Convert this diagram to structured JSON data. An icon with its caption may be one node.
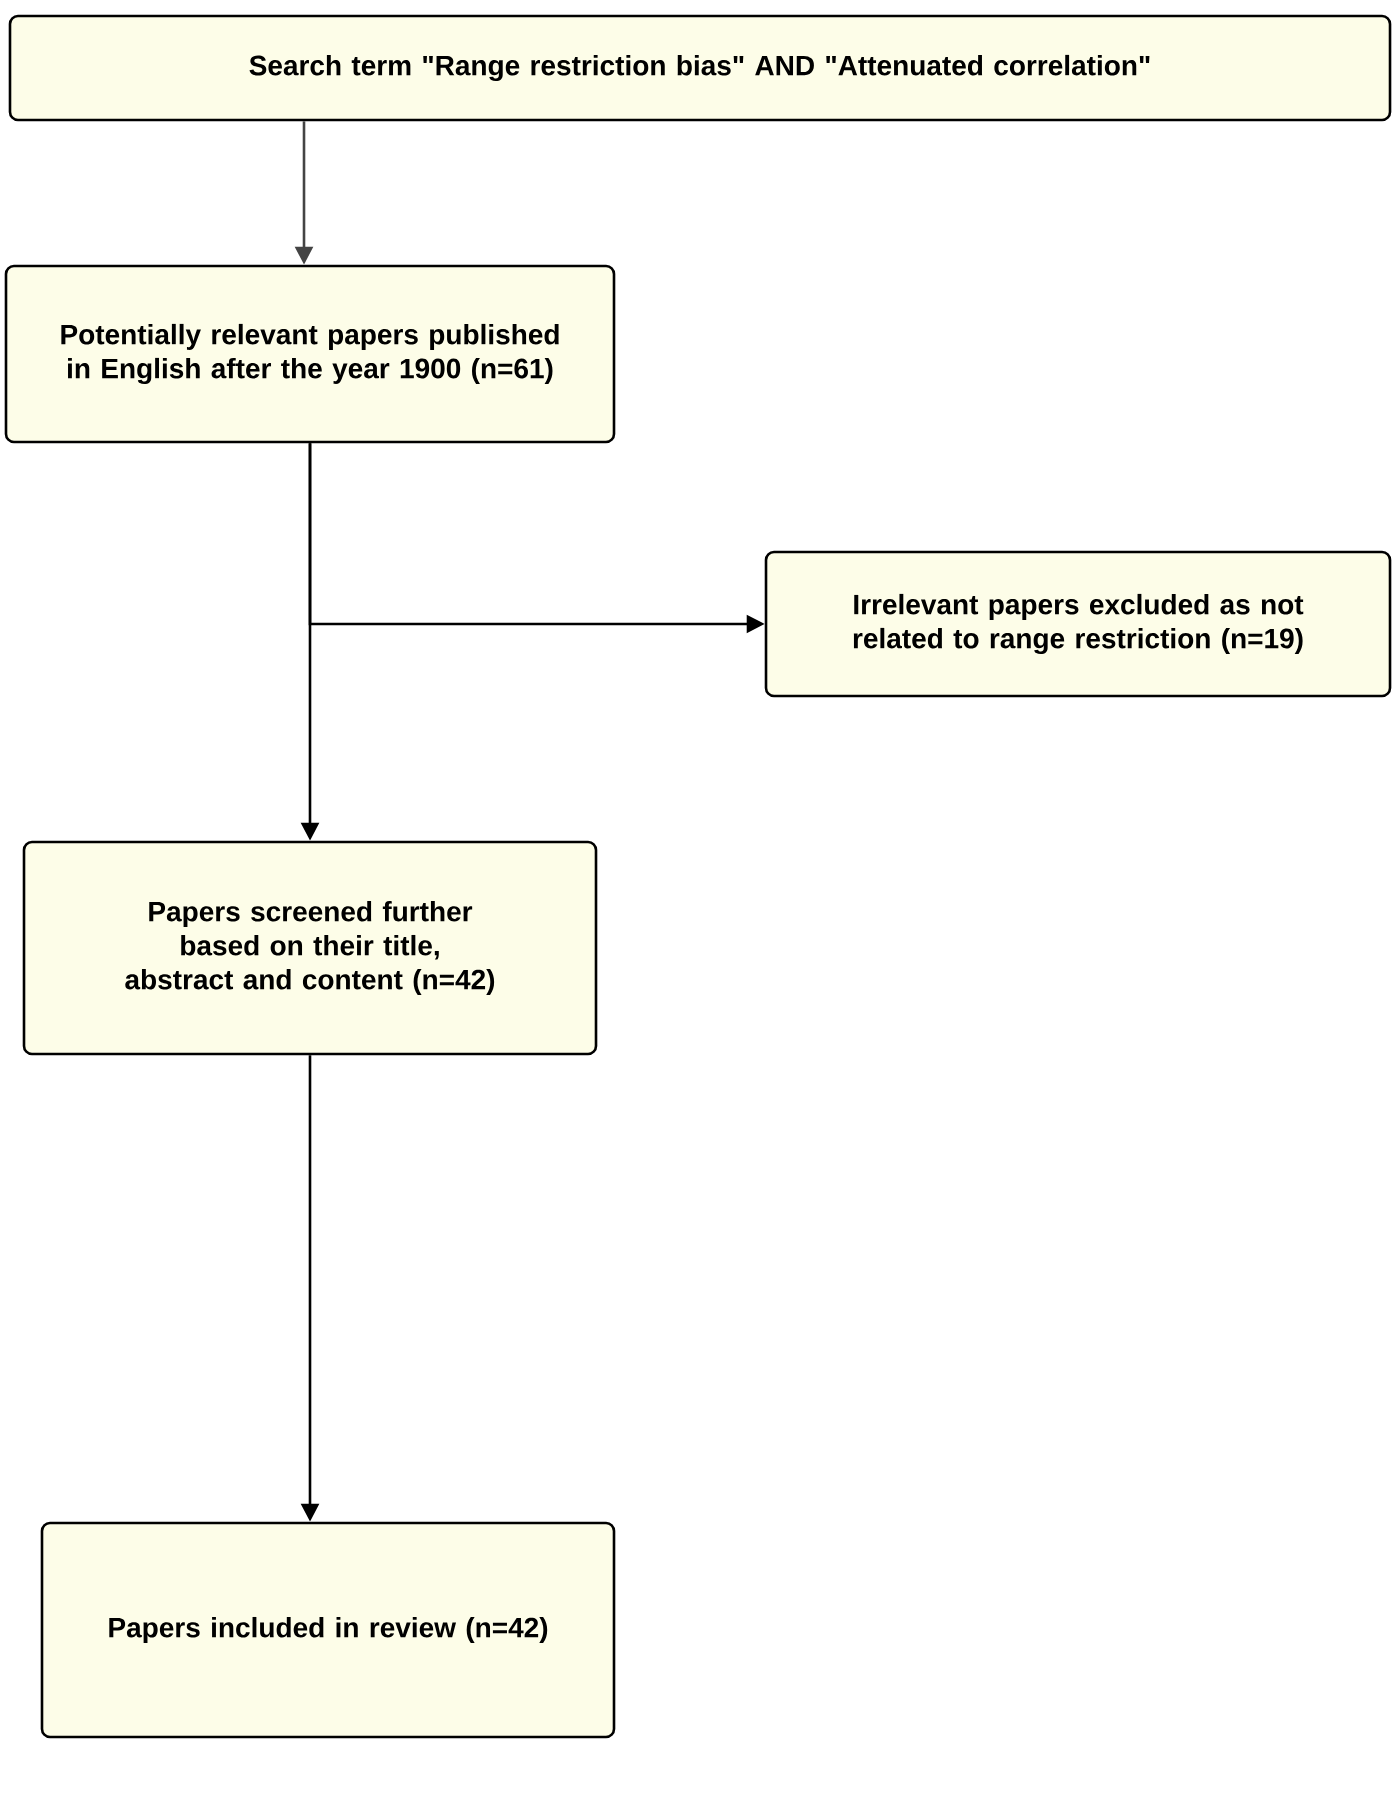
{
  "diagram": {
    "nodes": [
      {
        "text": [
          "Search term \"Range restriction bias\" AND \"Attenuated correlation\""
        ]
      },
      {
        "text": [
          "Potentially relevant papers published in English after the year 1900 (n=61)"
        ]
      },
      {
        "text": [
          "Irrelevant papers excluded as not related to range restriction (n=19)"
        ]
      },
      {
        "text": [
          "Papers screened further based on their title, abstract and content (n=42)"
        ]
      },
      {
        "text": [
          "Papers included in review (n=42)"
        ]
      }
    ],
    "edges": [
      {
        "from": 0,
        "to": 1,
        "arrow": "to",
        "color": "#444444"
      },
      {
        "from": 1,
        "to": 2,
        "arrow": "to"
      },
      {
        "from": 1,
        "to": 3,
        "arrow": "to"
      },
      {
        "from": 3,
        "to": 4,
        "arrow": "to"
      }
    ]
  }
}
